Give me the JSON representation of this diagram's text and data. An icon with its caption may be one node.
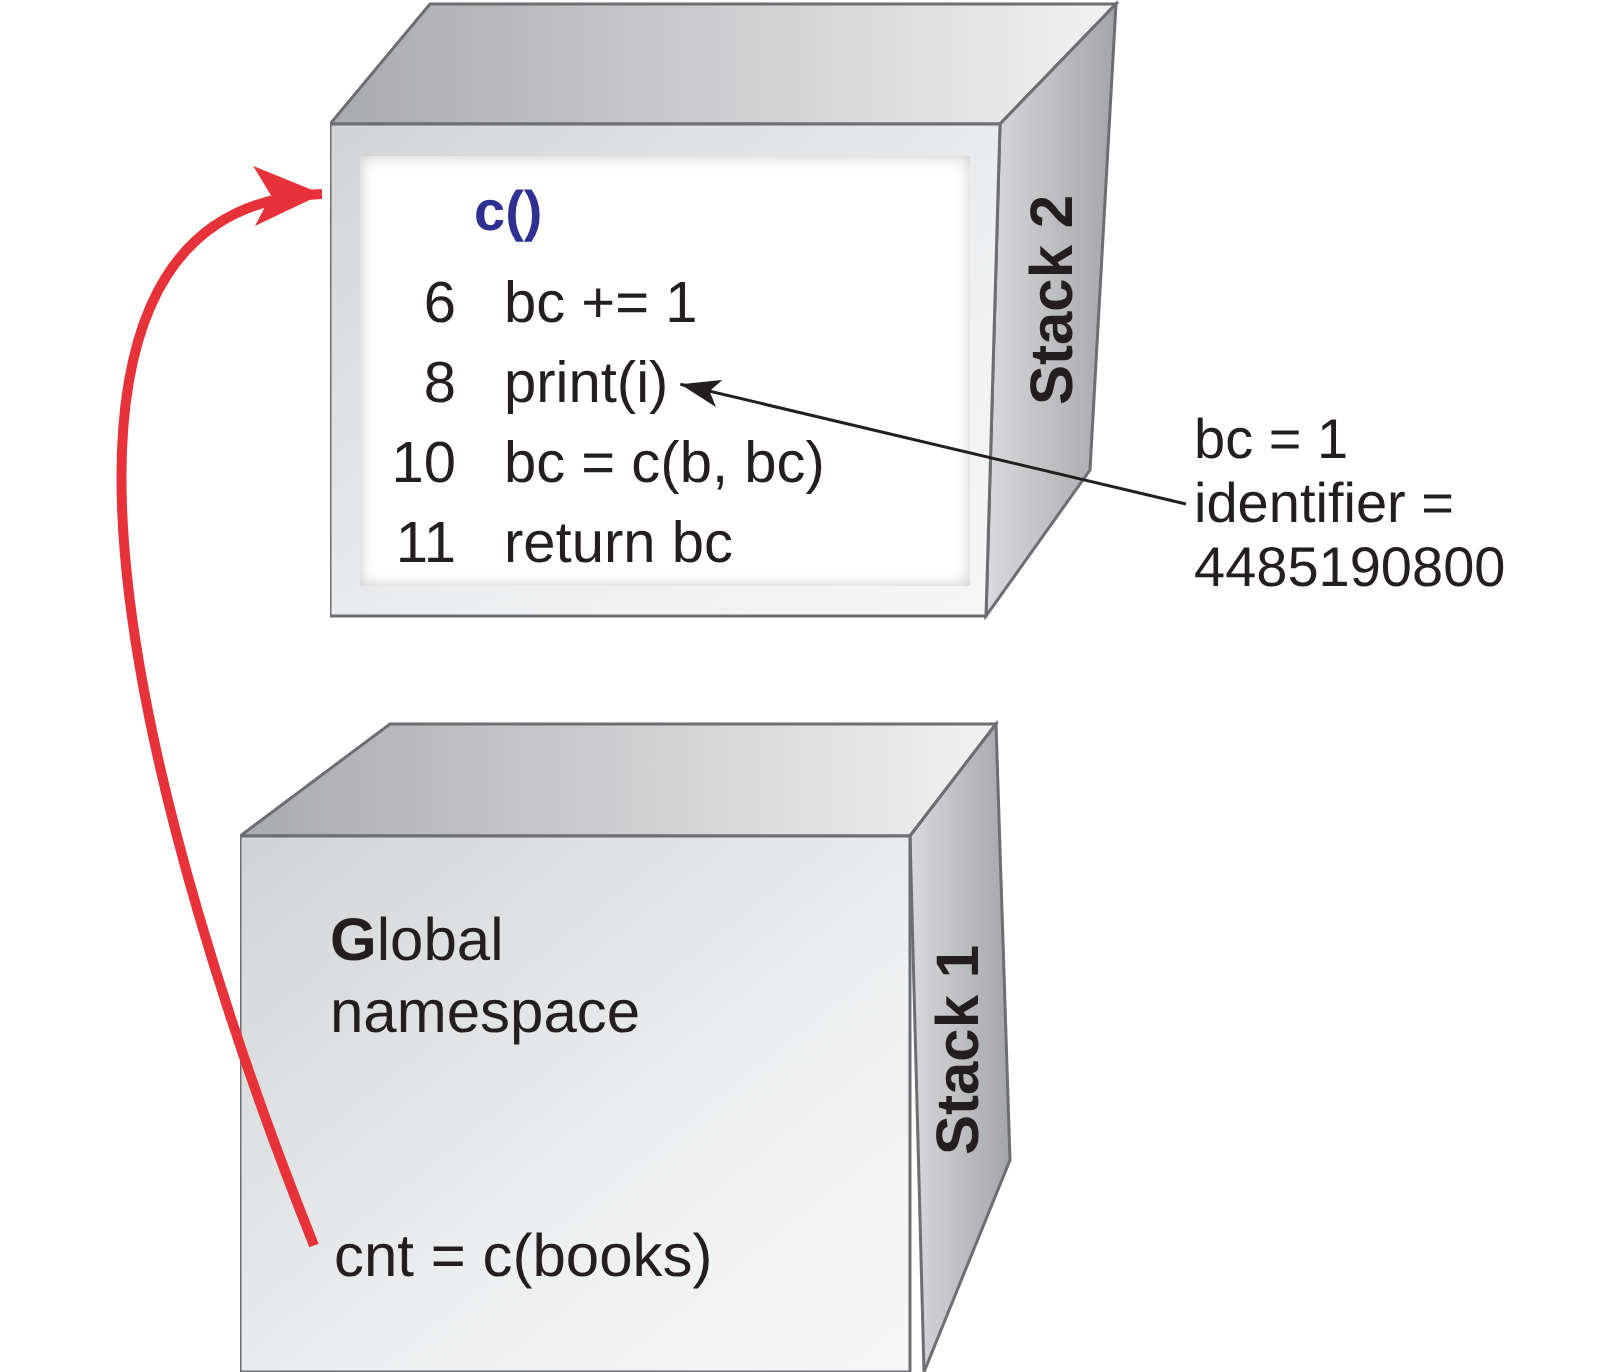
{
  "diagram": {
    "nodes": [
      {
        "text": [
          "Stack 2"
        ]
      },
      {
        "text": [
          "c()"
        ],
        "in": 0
      },
      {
        "text": [
          "6",
          "bc += 1"
        ],
        "in": 1
      },
      {
        "text": [
          "8",
          "print(i)"
        ],
        "in": 1
      },
      {
        "text": [
          "10",
          "bc = c(b, bc)"
        ],
        "in": 1
      },
      {
        "text": [
          "11",
          "return bc"
        ],
        "in": 1
      },
      {
        "text": [
          "bc = 1",
          "identifier = 4485190800"
        ]
      },
      {
        "text": [
          "Stack 1"
        ]
      },
      {
        "text": [
          "**G**lobal namespace"
        ],
        "in": 7
      },
      {
        "text": [
          "cnt = c(books)"
        ],
        "in": 7
      }
    ],
    "edges": [
      {
        "from": 6,
        "to": 3,
        "arrow": "to"
      },
      {
        "from": 9,
        "to": 0,
        "arrow": "to",
        "style": "thick",
        "color": "#e8323a"
      }
    ]
  }
}
